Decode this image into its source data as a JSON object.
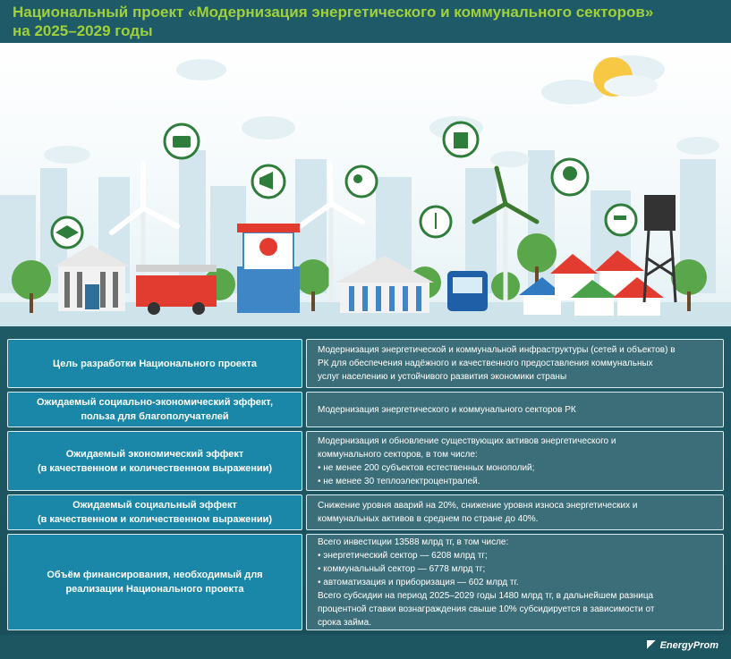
{
  "header": {
    "title_line1": "Национальный проект «Модернизация энергетического и коммунального секторов»",
    "title_line2": "на 2025–2029 годы"
  },
  "colors": {
    "title_green": "#9fd23a",
    "left_cell_blue": "#1a87a8",
    "right_cell_teal": "#3c6e79",
    "background": "#1f5a66"
  },
  "illustration": {
    "icons": [
      "graduation-cap-icon",
      "camera-icon",
      "megaphone-icon",
      "gears-24-icon",
      "trash-bin-icon",
      "scales-icon",
      "lightbulb-icon",
      "water-tap-icon",
      "fire-extinguisher-icon",
      "medical-cross-icon"
    ]
  },
  "rows": [
    {
      "label": "Цель разработки Национального проекта",
      "lines": [
        "Модернизация энергетической и коммунальной инфраструктуры (сетей и объектов) в",
        "РК для обеспечения надёжного и качественного предоставления коммунальных",
        "услуг населению и устойчивого развития экономики страны"
      ]
    },
    {
      "label_line1": "Ожидаемый социально-экономический эффект,",
      "label_line2": "польза для благополучателей",
      "lines": [
        "Модернизация энергетического и коммунального секторов РК"
      ]
    },
    {
      "label_line1": "Ожидаемый экономический эффект",
      "label_line2": "(в качественном и количественном выражении)",
      "lines": [
        "Модернизация и обновление существующих активов энергетического и",
        "коммунального секторов, в том числе:",
        "• не менее 200 субъектов естественных монополий;",
        "• не менее 30 теплоэлектроцентралей."
      ]
    },
    {
      "label_line1": "Ожидаемый социальный эффект",
      "label_line2": "(в качественном и количественном выражении)",
      "lines": [
        "Снижение уровня аварий на 20%, снижение уровня износа энергетических и",
        "коммунальных активов в среднем по стране до 40%."
      ]
    },
    {
      "label_line1": "Объём финансирования, необходимый для",
      "label_line2": "реализации Национального проекта",
      "lines": [
        "Всего инвестиции 13588 млрд тг, в том числе:",
        "• энергетический сектор — 6208 млрд тг;",
        "• коммунальный сектор — 6778 млрд тг;",
        "• автоматизация и приборизация — 602 млрд тг.",
        "Всего субсидии на период 2025–2029 годы 1480 млрд тг, в дальнейшем разница",
        "процентной ставки вознаграждения свыше 10% субсидируется в зависимости от",
        "срока займа."
      ]
    }
  ],
  "footer": {
    "brand": "EnergyProm"
  }
}
